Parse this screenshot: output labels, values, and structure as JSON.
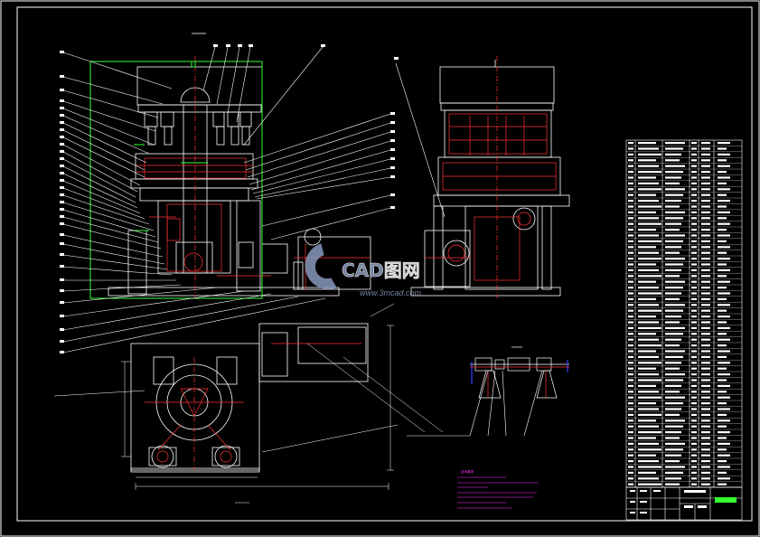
{
  "watermark": {
    "brand": "CAD图网",
    "url": "www.3mcad.com"
  },
  "technical_requirements_note": {
    "title": "技术要求"
  },
  "colors": {
    "background": "#000000",
    "frame": "#ffffff",
    "outline": "#ffffff",
    "section": "#ff3333",
    "callout": "#ffffff",
    "center": "#ff3333",
    "highlight": "#33ff33",
    "dimension": "#ffffff",
    "part_blue": "#3344ff",
    "note": "#ff33ff",
    "watermark": "#8899bb"
  }
}
